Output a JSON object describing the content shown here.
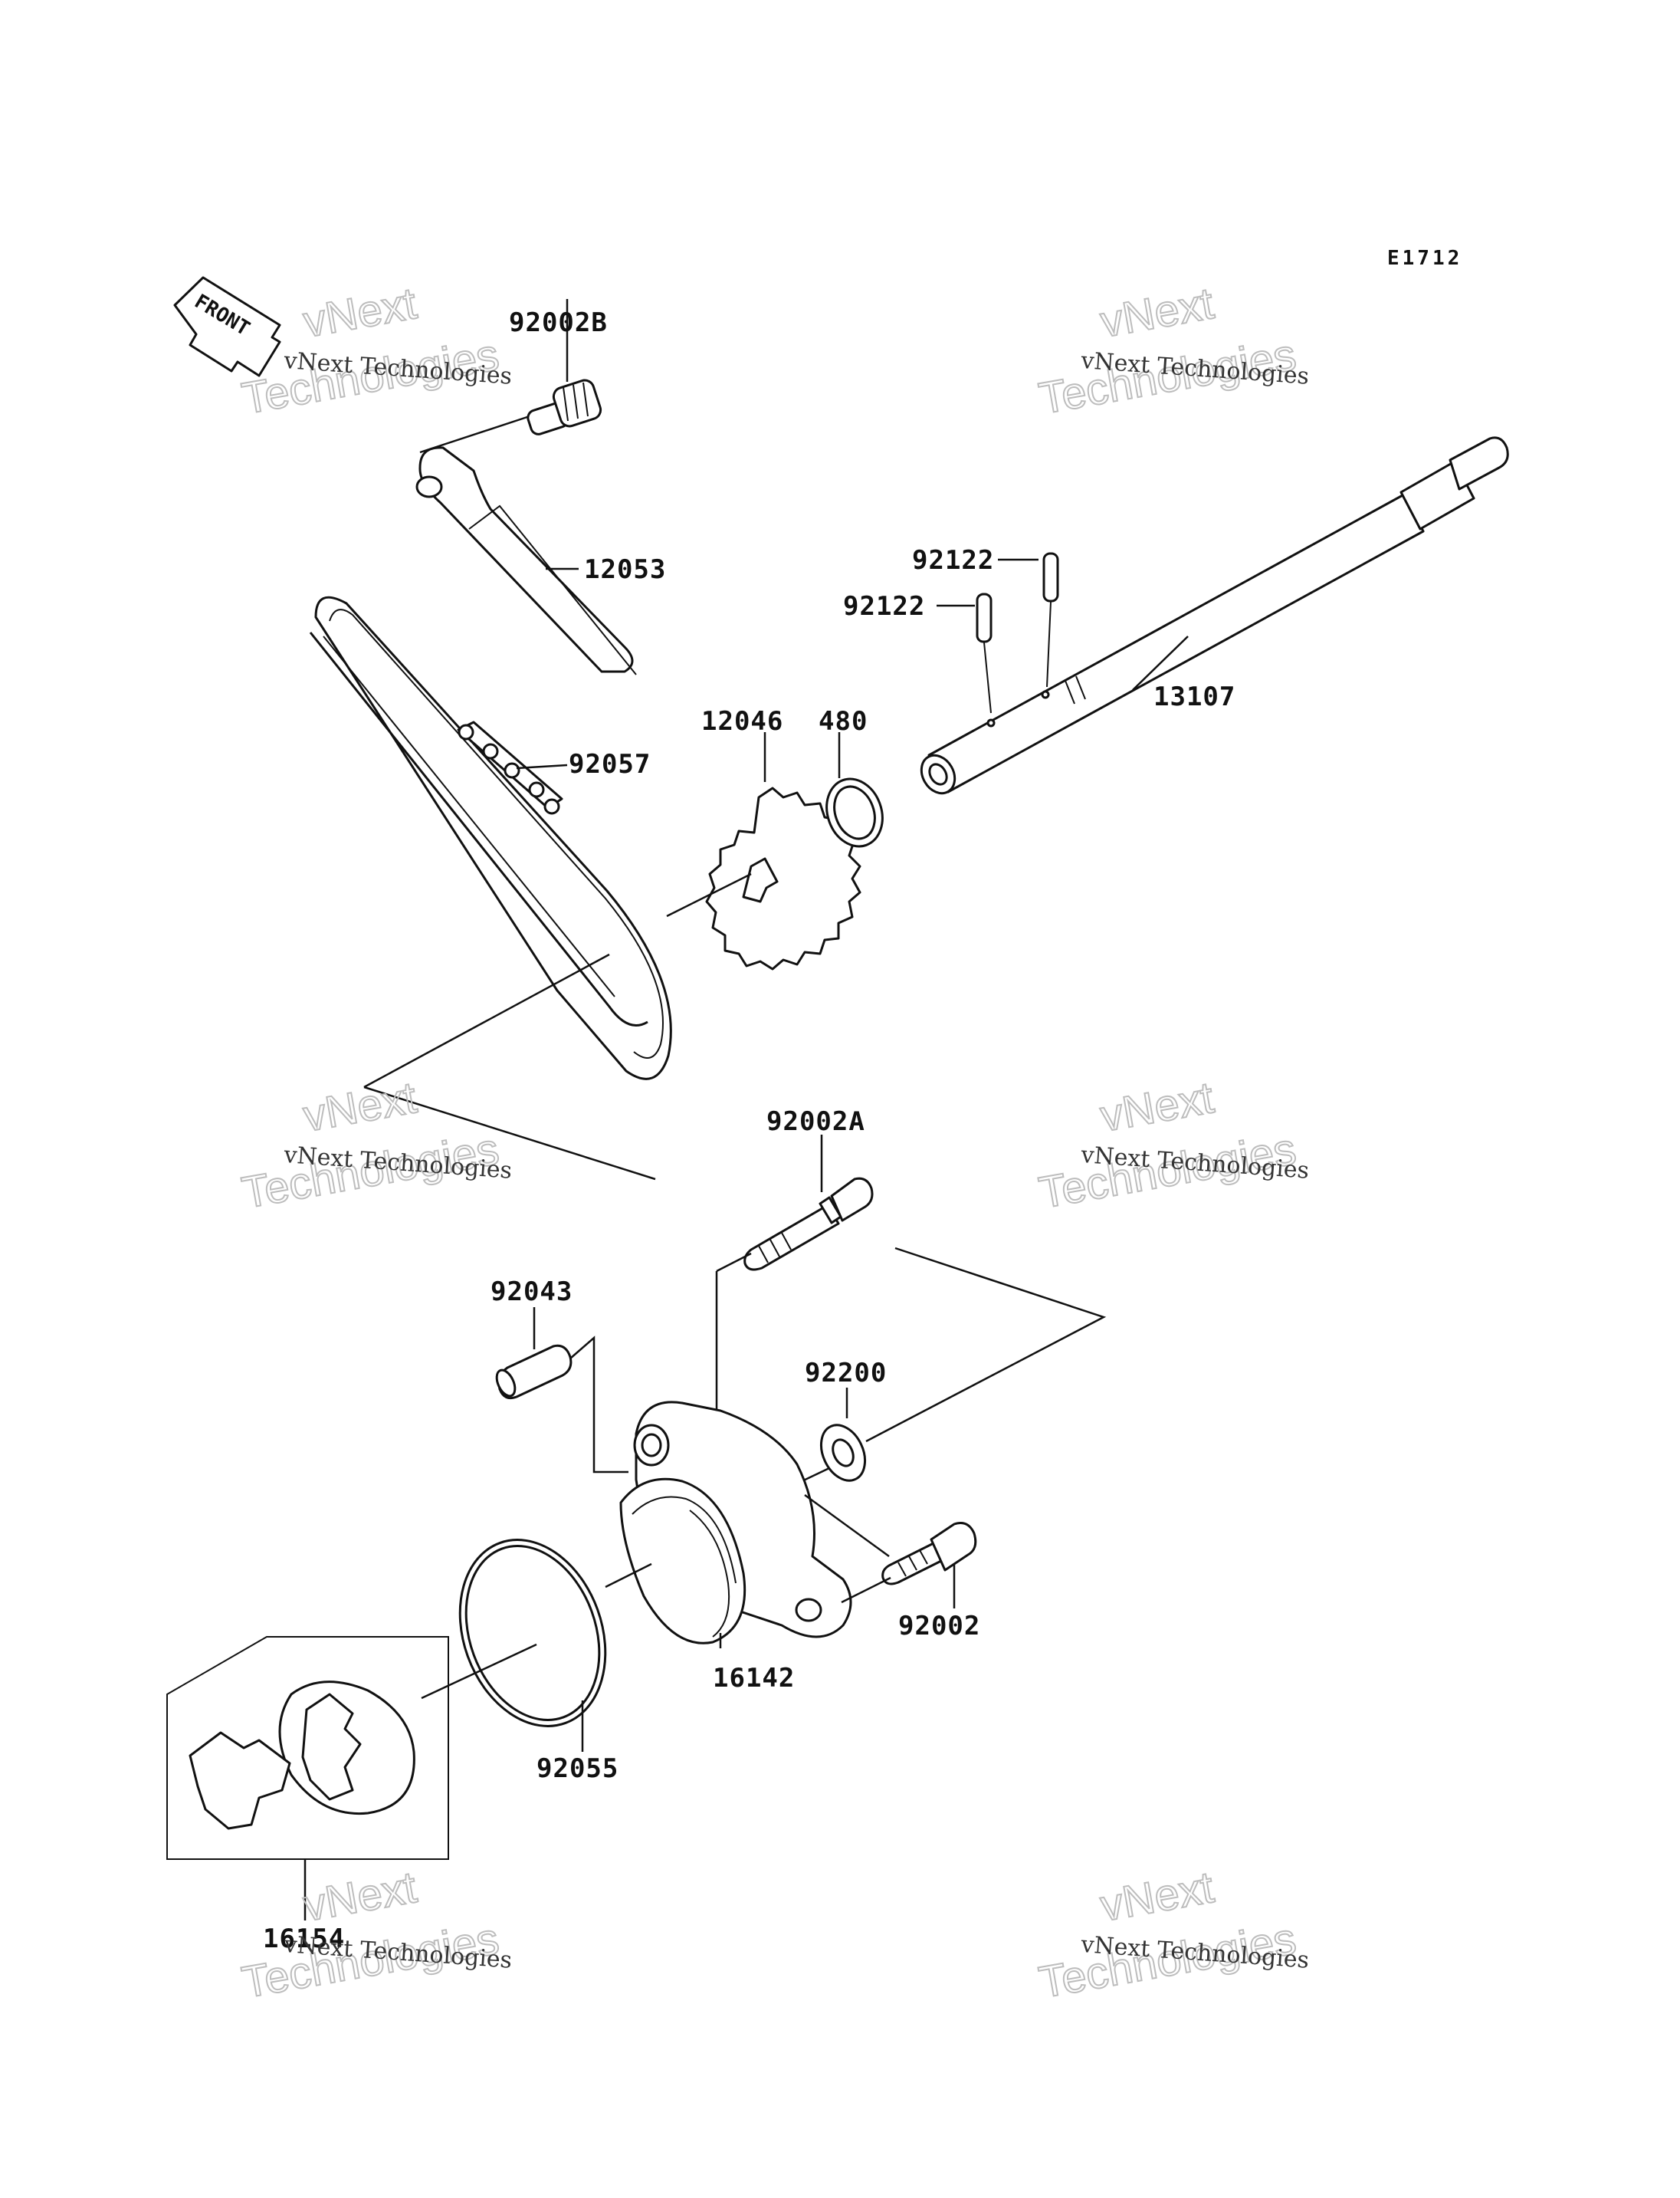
{
  "diagram": {
    "code": "E1712",
    "front_label": "FRONT",
    "parts": [
      {
        "id": "92002B"
      },
      {
        "id": "12053"
      },
      {
        "id": "92122"
      },
      {
        "id": "92122"
      },
      {
        "id": "13107"
      },
      {
        "id": "92057"
      },
      {
        "id": "12046"
      },
      {
        "id": "480"
      },
      {
        "id": "92002A"
      },
      {
        "id": "92043"
      },
      {
        "id": "92200"
      },
      {
        "id": "92002"
      },
      {
        "id": "16142"
      },
      {
        "id": "92055"
      },
      {
        "id": "16154"
      }
    ]
  },
  "watermark": {
    "line1": "vNext Technologies",
    "line2": "vNext",
    "line3": "Technologies"
  }
}
